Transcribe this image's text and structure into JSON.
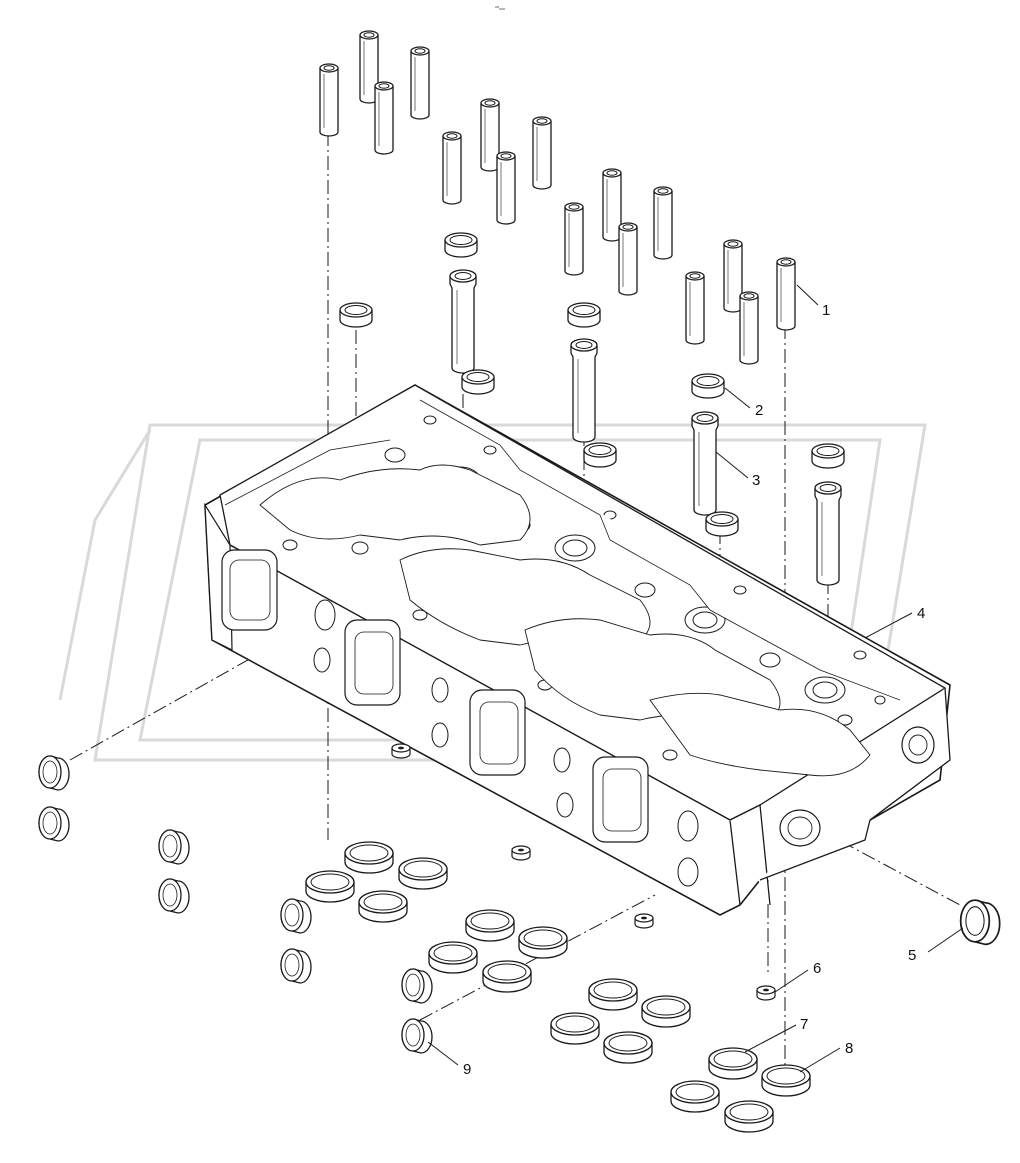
{
  "diagram": {
    "header_mark": "⁰⁸₀₀₀",
    "callouts": [
      {
        "id": "1",
        "label": "1"
      },
      {
        "id": "2",
        "label": "2"
      },
      {
        "id": "3",
        "label": "3"
      },
      {
        "id": "4",
        "label": "4"
      },
      {
        "id": "5",
        "label": "5"
      },
      {
        "id": "6",
        "label": "6"
      },
      {
        "id": "7",
        "label": "7"
      },
      {
        "id": "8",
        "label": "8"
      },
      {
        "id": "9",
        "label": "9"
      }
    ]
  },
  "colors": {
    "line": "#1a1a1a",
    "watermark": "#d9d9d9",
    "background": "#ffffff"
  },
  "icons": {
    "valve_guide": "valve-guide-icon",
    "valve_seat": "valve-seat-ring-icon",
    "sleeve": "injector-sleeve-icon",
    "plug": "expansion-plug-icon",
    "head": "cylinder-head-icon"
  }
}
